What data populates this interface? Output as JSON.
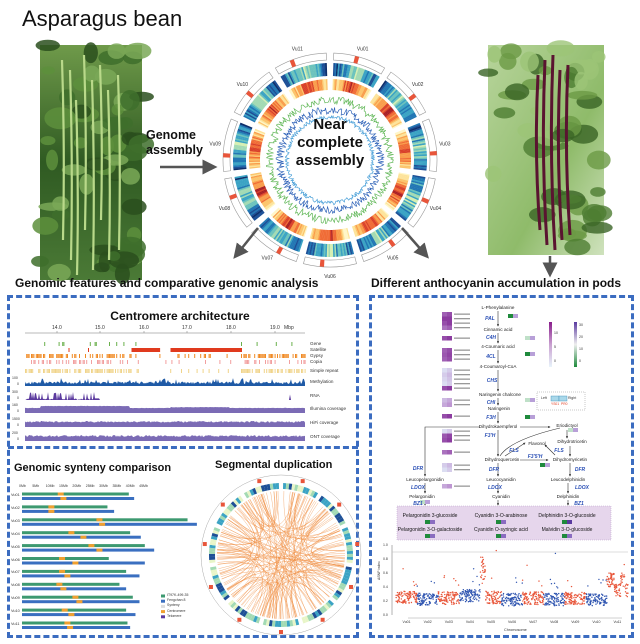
{
  "title": "Asparagus bean",
  "assembly": {
    "label_line1": "Genome",
    "label_line2": "assembly",
    "center_line1": "Near",
    "center_line2": "complete",
    "center_line3": "assembly",
    "chromosomes": [
      "Vu01",
      "Vu02",
      "Vu03",
      "Vu04",
      "Vu05",
      "Vu06",
      "Vu07",
      "Vu08",
      "Vu09",
      "Vu10",
      "Vu11"
    ]
  },
  "sections": {
    "left": "Genomic features and comparative genomic analysis",
    "right": "Different anthocyanin accumulation in pods"
  },
  "centromere": {
    "title": "Centromere architecture",
    "axis_ticks": [
      "14.0",
      "15.0",
      "16.0",
      "17.0",
      "18.0",
      "19.0"
    ],
    "axis_unit": "Mbp",
    "tracks": [
      "Gene",
      "Satellite",
      "Gypsy",
      "Copia",
      "Simple repeat",
      "Methylation",
      "RNA",
      "Illumina coverage",
      "HiFi coverage",
      "ONT coverage"
    ],
    "scales": [
      "100",
      "0",
      "300",
      "0",
      "160",
      "0",
      "1500",
      "0",
      "200",
      "0"
    ],
    "colors": {
      "gene": "#6ab04c",
      "satellite": "#e03a1e",
      "gypsy": "#f08a24",
      "copia": "#f2a0a0",
      "simple": "#f0d48a",
      "methylation": "#1f5aa6",
      "rna": "#5b3a9e",
      "coverage": "#7b6bb5"
    }
  },
  "synteny": {
    "title": "Genomic synteny comparison",
    "axis_ticks": [
      "0Mb",
      "5Mb",
      "10Mb",
      "15Mb",
      "20Mb",
      "25Mb",
      "30Mb",
      "35Mb",
      "40Mb",
      "45Mb"
    ],
    "chromosomes": [
      "Vu01",
      "Vu02",
      "Vu03",
      "Vu04",
      "Vu05",
      "Vu06",
      "Vu07",
      "Vu08",
      "Vu09",
      "Vu10",
      "Vu11"
    ],
    "ref_length_mb": [
      40,
      32,
      62,
      40.5,
      46,
      32.5,
      39,
      36.5,
      41.5,
      39,
      39.5
    ],
    "query_length_mb": [
      42,
      34.5,
      65.5,
      44.5,
      49.5,
      46,
      44,
      39,
      44,
      42.5,
      40.5
    ],
    "ref_centromere_mb": [
      14.5,
      11,
      29,
      18.5,
      26,
      15,
      15,
      14,
      20,
      16,
      17
    ],
    "query_centromere_mb": [
      15.5,
      11,
      30,
      23,
      29,
      20,
      17,
      15.5,
      21.5,
      18.5,
      18
    ],
    "legend": [
      "IT97K-499-35",
      "Fengchan 8",
      "Synteny",
      "Centromere",
      "Telomere"
    ],
    "colors": {
      "ref": "#3d9970",
      "query": "#3a6fc0",
      "centromere": "#f0a030"
    }
  },
  "segdup": {
    "title": "Segmental duplication",
    "chord_color": "#f08a3c"
  },
  "pathway": {
    "compounds": [
      "L-Phenylalanine",
      "Cinnamic acid",
      "4-Coumaric acid",
      "4-Coumaroyl-CoA",
      "Naringenin chalcone",
      "Naringenin",
      "Dihydrokaempferol",
      "Eriodictyol",
      "Dihydrotricetin",
      "Flavonol",
      "Dihydroquercetin",
      "Dihydromyricetin",
      "Leucopelargonidin",
      "Leucocyanidin",
      "Leucodelphinidin",
      "Pelargonidin",
      "Cyanidin",
      "Delphinidin"
    ],
    "enzymes": [
      "PAL",
      "C4H",
      "4CL",
      "CHS",
      "CHI",
      "F3H",
      "F3'H",
      "FLS",
      "FLS",
      "F3'5'H",
      "DFR",
      "DFR",
      "DFR",
      "LDOX",
      "LDOX",
      "LDOX",
      "BZ1",
      "BZ1"
    ],
    "products": [
      "Pelargonidin 3-glucoside",
      "Cyanidin 3-O-arabinose",
      "Delphinidin 3-O-glucoside",
      "Pelargonidin 3-O-galactoside",
      "Cyanidin O-syringic acid",
      "Malvidin 3-O-glucoside"
    ],
    "legend": {
      "left": "Left",
      "right": "Right",
      "sample1": "YS01",
      "sample2": "PR0"
    },
    "colorbar1": [
      "10",
      "5",
      "0"
    ],
    "colorbar2": [
      "30",
      "20",
      "10",
      "0"
    ]
  },
  "snp_plot": {
    "chart_data": {
      "type": "scatter",
      "xlabel": "Chromosome",
      "ylabel": "ΔSNP index",
      "ylim": [
        0,
        1.0
      ],
      "yticks": [
        "0.0",
        "0.2",
        "0.4",
        "0.6",
        "0.8",
        "1.0"
      ],
      "categories": [
        "Vu01",
        "Vu02",
        "Vu03",
        "Vu04",
        "Vu05",
        "Vu06",
        "Vu07",
        "Vu08",
        "Vu09",
        "Vu10",
        "Vu11"
      ],
      "baseline": [
        0.25,
        0.22,
        0.24,
        0.28,
        0.25,
        0.22,
        0.24,
        0.22,
        0.24,
        0.22,
        0.35
      ],
      "peak": [
        0.66,
        0.54,
        0.56,
        0.66,
        0.92,
        0.53,
        0.71,
        0.88,
        0.49,
        0.5,
        0.72
      ],
      "threshold": 0.9,
      "colors": [
        "#e8563a",
        "#2f55b0"
      ]
    }
  }
}
